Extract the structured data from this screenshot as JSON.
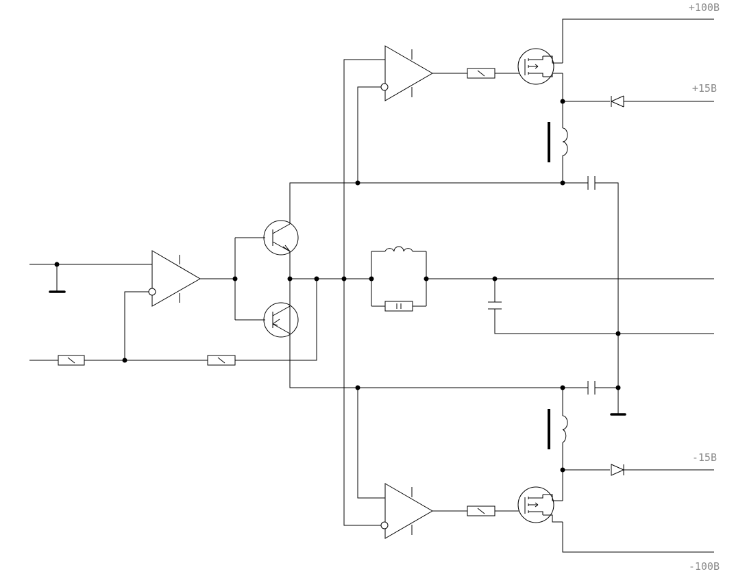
{
  "labels": {
    "v_pos_100": "+100B",
    "v_pos_15": "+15B",
    "v_neg_15": "-15B",
    "v_neg_100": "-100B"
  }
}
